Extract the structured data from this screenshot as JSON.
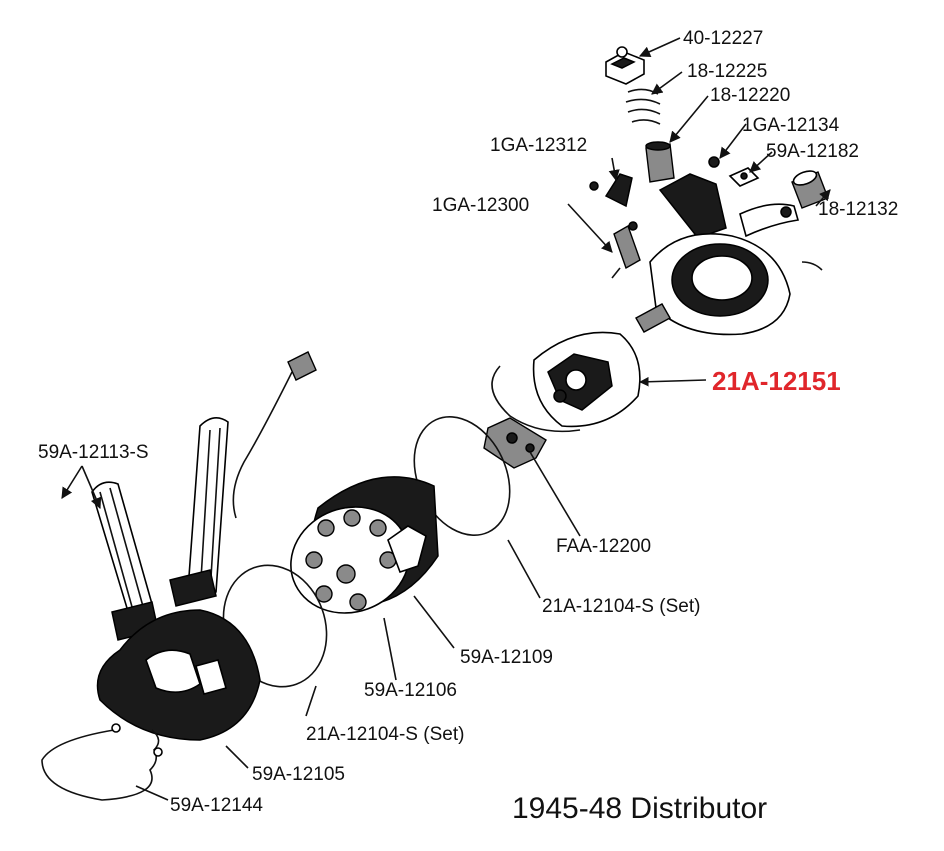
{
  "caption": "1945-48 Distributor",
  "colors": {
    "highlight": "#e0262b",
    "ink": "#111111"
  },
  "parts": {
    "p40_12227": "40-12227",
    "p18_12225": "18-12225",
    "p18_12220": "18-12220",
    "p1GA_12134": "1GA-12134",
    "p59A_12182": "59A-12182",
    "p1GA_12312": "1GA-12312",
    "p1GA_12300": "1GA-12300",
    "p18_12132": "18-12132",
    "p21A_12151": "21A-12151",
    "p59A_12113S": "59A-12113-S",
    "pFAA_12200": "FAA-12200",
    "p21A_12104S_a": "21A-12104-S (Set)",
    "p59A_12109": "59A-12109",
    "p59A_12106": "59A-12106",
    "p21A_12104S_b": "21A-12104-S (Set)",
    "p59A_12105": "59A-12105",
    "p59A_12144": "59A-12144"
  }
}
